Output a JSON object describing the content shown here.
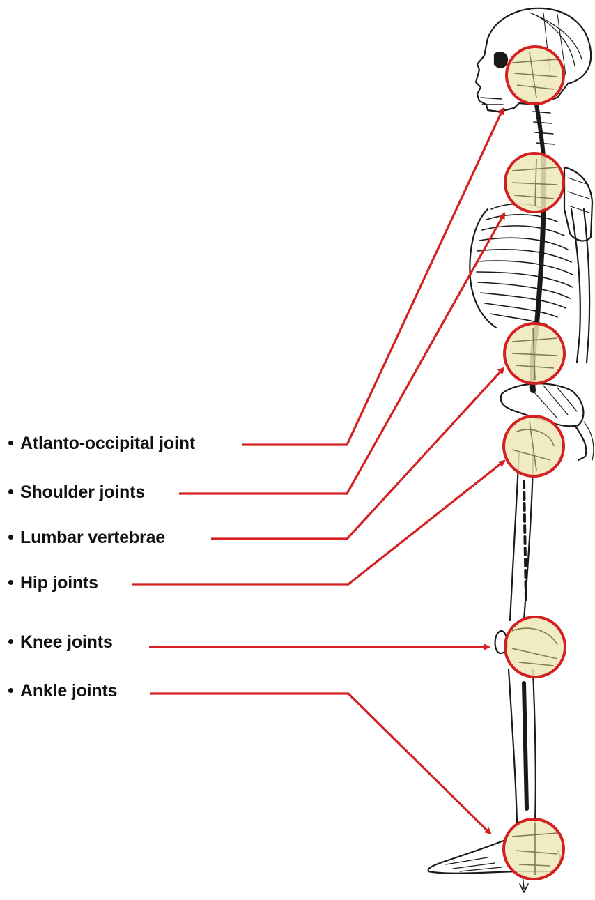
{
  "diagram": {
    "labels": [
      {
        "id": "atlanto-occipital",
        "text": "Atlanto-occipital joint"
      },
      {
        "id": "shoulder",
        "text": "Shoulder joints"
      },
      {
        "id": "lumbar",
        "text": "Lumbar vertebrae"
      },
      {
        "id": "hip",
        "text": "Hip joints"
      },
      {
        "id": "knee",
        "text": "Knee joints"
      },
      {
        "id": "ankle",
        "text": "Ankle joints"
      }
    ],
    "colors": {
      "arrow": "#d42020",
      "circle_stroke": "#d42020",
      "circle_fill": "#efe7b8",
      "bone_line": "#1a1a1a",
      "label_text": "#111111"
    },
    "icons": [
      "skeleton-side-view-illustration",
      "arrow-head-icon",
      "joint-highlight-circle"
    ]
  }
}
